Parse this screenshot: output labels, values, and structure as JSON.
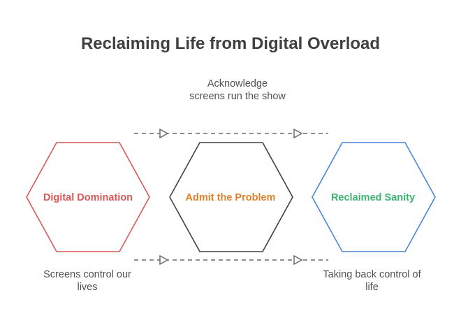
{
  "title": "Reclaiming Life from Digital Overload",
  "stages": [
    {
      "label": "Digital Domination",
      "color": "#d95757"
    },
    {
      "label": "Admit the Problem",
      "color": "#e07f2a"
    },
    {
      "label": "Reclaimed Sanity",
      "color": "#3cb371"
    }
  ],
  "outline_colors": [
    "#d95757",
    "#404040",
    "#4a86d4"
  ],
  "connector_color": "#6b6b6b",
  "notes": {
    "top": "Acknowledge screens run the show",
    "bottom_left": "Screens control our lives",
    "bottom_right": "Taking back control of life"
  }
}
